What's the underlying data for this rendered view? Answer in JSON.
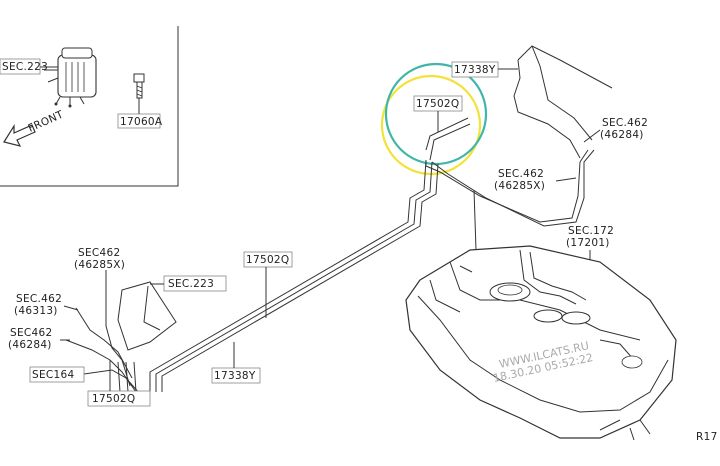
{
  "labels": {
    "sec223_top": "SEC.223",
    "part_17060A": "17060A",
    "front": "FRONT",
    "part_17338Y_top": "17338Y",
    "part_17502Q_top": "17502Q",
    "sec462_right_a": "SEC.462",
    "sec462_right_b": "(46284)",
    "sec462_mid_a": "SEC.462",
    "sec462_mid_b": "(46285X)",
    "sec172_a": "SEC.172",
    "sec172_b": "(17201)",
    "part_17502Q_mid": "17502Q",
    "sec462_left_a": "SEC462",
    "sec462_left_b": "(46285X)",
    "sec223_left": "SEC.223",
    "sec462_46313_a": "SEC.462",
    "sec462_46313_b": "(46313)",
    "sec462_46284_a": "SEC462",
    "sec462_46284_b": "(46284)",
    "sec164": "SEC164",
    "part_17338Y_bottom": "17338Y",
    "part_17502Q_bottom": "17502Q",
    "ref_code": "R17"
  },
  "watermark": {
    "line1": "WWW.ILCATS.RU",
    "line2": "18.30.20 05:52:22"
  },
  "colors": {
    "highlight_circle_yellow": "#f2e33a",
    "highlight_circle_teal": "#3fb6a8"
  }
}
